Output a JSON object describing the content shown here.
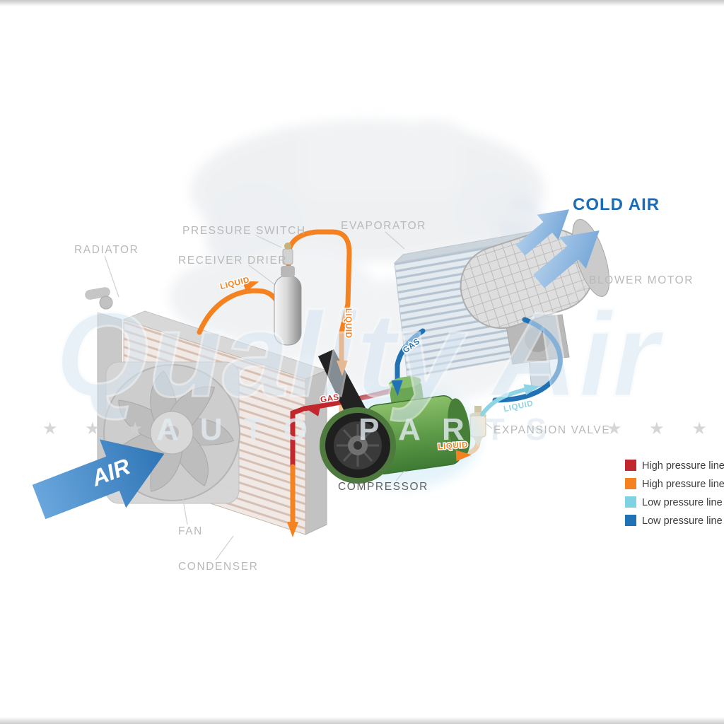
{
  "diagram": {
    "labels": {
      "radiator": "RADIATOR",
      "pressure_switch": "PRESSURE SWITCH",
      "receiver_drier": "RECEIVER DRIER",
      "evaporator": "EVAPORATOR",
      "blower_motor": "BLOWER MOTOR",
      "expansion_valve": "EXPANSION VALVE",
      "compressor": "COMPRESSOR",
      "fan": "FAN",
      "condenser": "CONDENSER",
      "cold_air": "COLD AIR",
      "air": "AIR"
    },
    "flow": {
      "liquid": "LIQUID",
      "gas": "GAS"
    }
  },
  "legend": {
    "items": [
      {
        "label": "High pressure line - gas",
        "color": "#c1272d"
      },
      {
        "label": "High pressure line - liquid",
        "color": "#f58220"
      },
      {
        "label": "Low pressure line - liquid",
        "color": "#7fd2e2"
      },
      {
        "label": "Low pressure line -  gas",
        "color": "#2171b5"
      }
    ]
  },
  "colors": {
    "high_gas": "#c1272d",
    "high_liquid": "#f58220",
    "high_liquid_pale": "#f9c08a",
    "low_liquid": "#8fd4e4",
    "low_gas": "#2171b5",
    "cold_air_text": "#1b6cb5"
  },
  "watermark": {
    "brand": "Quality Air",
    "sub": "AUTO PARTS",
    "stars": "★ ★ ★"
  }
}
